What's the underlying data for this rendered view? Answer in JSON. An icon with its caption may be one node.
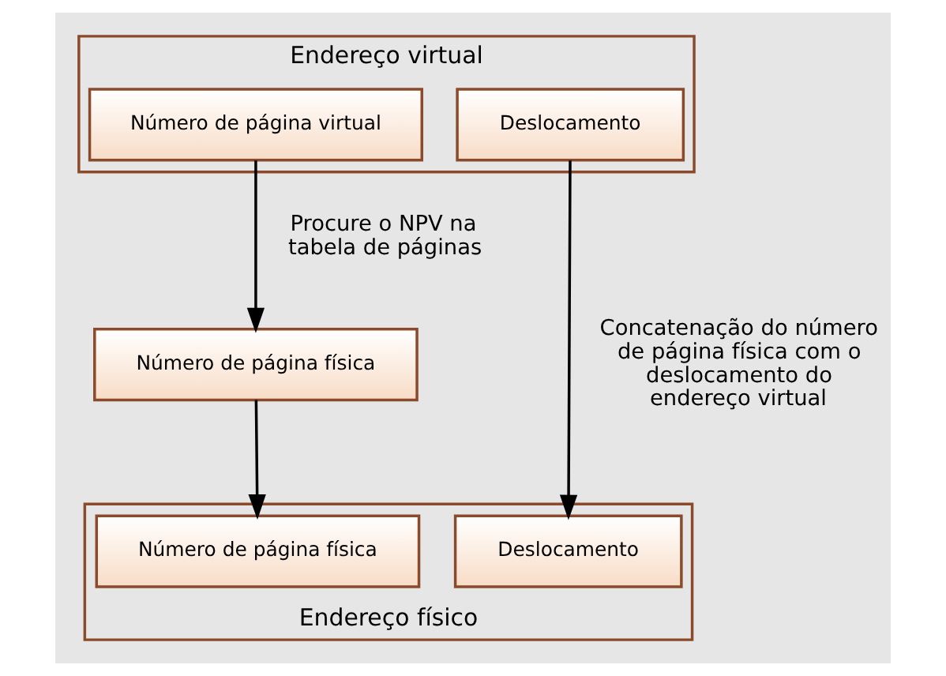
{
  "diagram": {
    "nodes": [
      {
        "text": [
          "Endereço virtual"
        ]
      },
      {
        "text": [
          "Número de página virtual"
        ],
        "in": 0
      },
      {
        "text": [
          "Deslocamento"
        ],
        "in": 0
      },
      {
        "text": [
          "Número de página física"
        ]
      },
      {
        "text": [
          "Endereço físico"
        ]
      },
      {
        "text": [
          "Número de página física"
        ],
        "in": 4
      },
      {
        "text": [
          "Deslocamento"
        ],
        "in": 4
      }
    ],
    "edges": [
      {
        "from": 1,
        "to": 3,
        "arrow": "to",
        "label": "Procure o NPV na tabela de páginas"
      },
      {
        "from": 3,
        "to": 5,
        "arrow": "to"
      },
      {
        "from": 2,
        "to": 6,
        "arrow": "to",
        "label": "Concatenação do número de página física com o deslocamento do endereço virtual"
      }
    ]
  }
}
